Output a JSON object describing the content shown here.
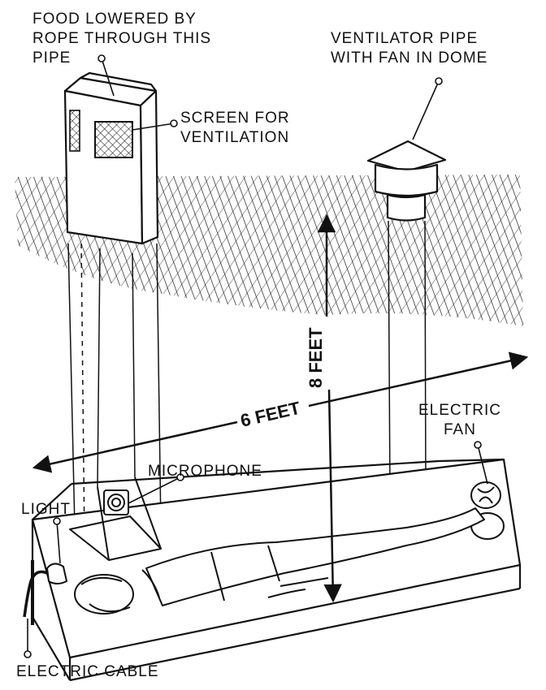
{
  "labels": {
    "food_pipe": [
      "FOOD LOWERED BY",
      "ROPE THROUGH THIS",
      "PIPE"
    ],
    "ventilator_pipe": [
      "VENTILATOR PIPE",
      "WITH FAN IN DOME"
    ],
    "screen": [
      "SCREEN FOR",
      "VENTILATION"
    ],
    "height": "8 FEET",
    "length": "6 FEET",
    "electric_fan": [
      "ELECTRIC",
      "FAN"
    ],
    "microphone": "MICROPHONE",
    "light": "LIGHT",
    "electric_cable": "ELECTRIC CABLE"
  },
  "colors": {
    "ink": "#111111",
    "paper": "#ffffff"
  }
}
